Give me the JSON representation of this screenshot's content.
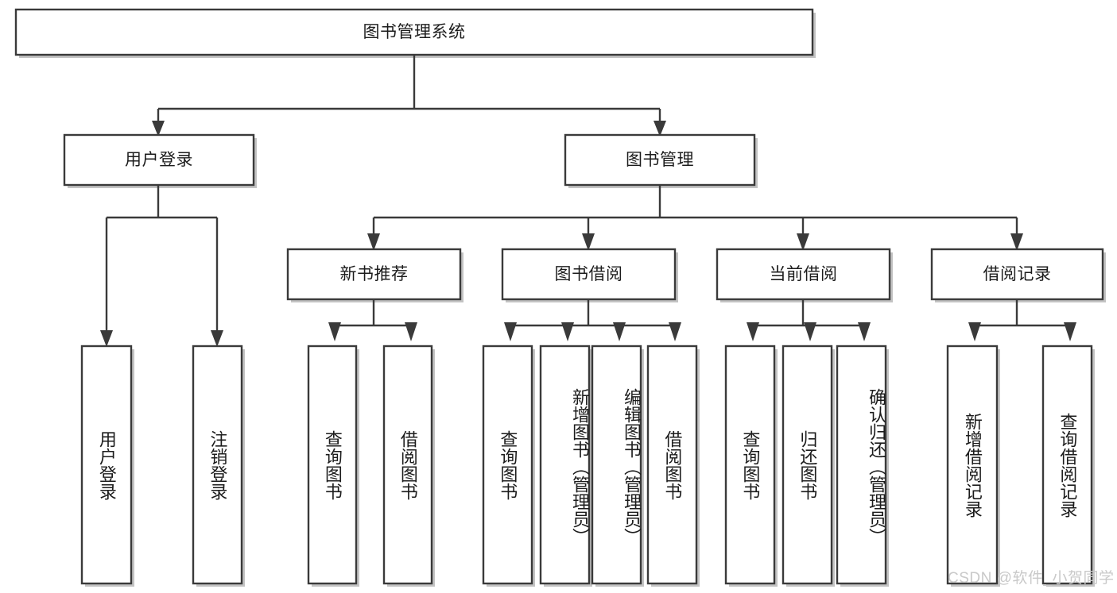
{
  "diagram": {
    "title": "图书管理系统",
    "type": "hierarchy-tree",
    "root": {
      "id": "root",
      "label": "图书管理系统"
    },
    "level1": [
      {
        "id": "user-login",
        "label": "用户登录"
      },
      {
        "id": "book-management",
        "label": "图书管理"
      }
    ],
    "level2": [
      {
        "id": "new-book-recommend",
        "label": "新书推荐",
        "parent": "book-management"
      },
      {
        "id": "book-borrow",
        "label": "图书借阅",
        "parent": "book-management"
      },
      {
        "id": "current-borrow",
        "label": "当前借阅",
        "parent": "book-management"
      },
      {
        "id": "borrow-record",
        "label": "借阅记录",
        "parent": "book-management"
      }
    ],
    "leaves": [
      {
        "id": "leaf-user-login",
        "label": "用户登录",
        "parent": "user-login",
        "align": "center"
      },
      {
        "id": "leaf-user-logout",
        "label": "注销登录",
        "parent": "user-login",
        "align": "center"
      },
      {
        "id": "leaf-query-book-1",
        "label": "查询图书",
        "parent": "new-book-recommend",
        "align": "center"
      },
      {
        "id": "leaf-borrow-book-1",
        "label": "借阅图书",
        "parent": "new-book-recommend",
        "align": "center"
      },
      {
        "id": "leaf-query-book-2",
        "label": "查询图书",
        "parent": "book-borrow",
        "align": "center"
      },
      {
        "id": "leaf-add-book",
        "label": "新增图书（管理员）",
        "parent": "book-borrow",
        "align": "top"
      },
      {
        "id": "leaf-edit-book",
        "label": "编辑图书（管理员）",
        "parent": "book-borrow",
        "align": "top"
      },
      {
        "id": "leaf-borrow-book-2",
        "label": "借阅图书",
        "parent": "book-borrow",
        "align": "center"
      },
      {
        "id": "leaf-query-book-3",
        "label": "查询图书",
        "parent": "current-borrow",
        "align": "center"
      },
      {
        "id": "leaf-return-book",
        "label": "归还图书",
        "parent": "current-borrow",
        "align": "center"
      },
      {
        "id": "leaf-confirm-return",
        "label": "确认归还（管理员）",
        "parent": "current-borrow",
        "align": "top"
      },
      {
        "id": "leaf-add-record",
        "label": "新增借阅记录",
        "parent": "borrow-record",
        "align": "center"
      },
      {
        "id": "leaf-query-record",
        "label": "查询借阅记录",
        "parent": "borrow-record",
        "align": "center"
      }
    ],
    "watermark": "CSDN @软件_小贺同学",
    "colors": {
      "stroke": "#3a3a3a",
      "fill": "#ffffff",
      "text": "#1c1c1c",
      "shadow": "#b9b9b9",
      "watermark": "#c9c9c9"
    }
  }
}
